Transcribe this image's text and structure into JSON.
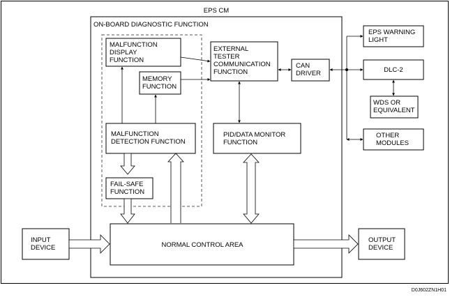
{
  "diagram": {
    "title": "EPS CM",
    "inner_title": "ON-BOARD DIAGNOSTIC FUNCTION",
    "figure_code": "D0J602ZN1H01",
    "blocks": {
      "malfunction_display": [
        "MALFUNCTION",
        "DISPLAY",
        "FUNCTION"
      ],
      "memory": [
        "MEMORY",
        "FUNCTION"
      ],
      "malfunction_detection": [
        "MALFUNCTION",
        "DETECTION FUNCTION"
      ],
      "fail_safe": [
        "FAIL-SAFE",
        "FUNCTION"
      ],
      "external_tester": [
        "EXTERNAL",
        "TESTER",
        "COMMUNICATION",
        "FUNCTION"
      ],
      "pid_monitor": [
        "PID/DATA MONITOR",
        "FUNCTION"
      ],
      "can_driver": [
        "CAN",
        "DRIVER"
      ],
      "normal_control": [
        "NORMAL CONTROL AREA"
      ],
      "input_device": [
        "INPUT",
        "DEVICE"
      ],
      "output_device": [
        "OUTPUT",
        "DEVICE"
      ],
      "eps_warning": [
        "EPS WARNING",
        "LIGHT"
      ],
      "dlc2": [
        "DLC-2"
      ],
      "wds": [
        "WDS OR",
        "EQUIVALENT"
      ],
      "other_modules": [
        "OTHER",
        "MODULES"
      ]
    }
  }
}
